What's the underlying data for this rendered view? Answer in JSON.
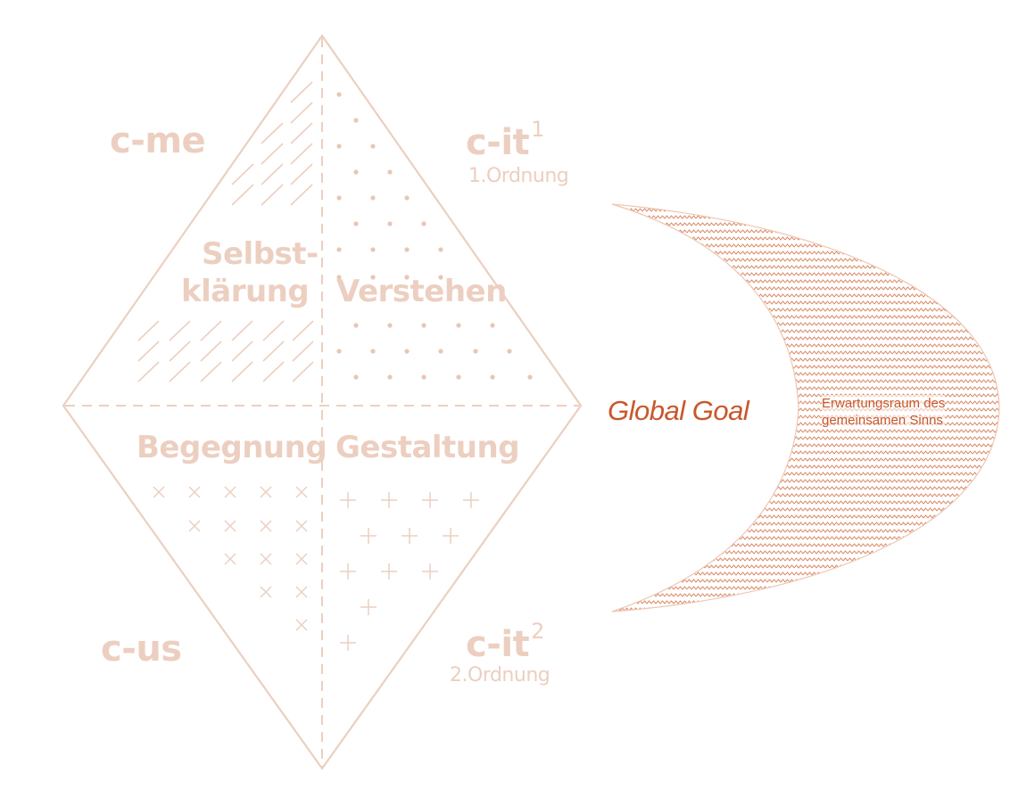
{
  "diagram": {
    "colors": {
      "diamond_stroke": "#eccfc0",
      "label_color": "#eccfc0",
      "pattern_color": "#eccfc0",
      "goal_color": "#c8582b",
      "crescent_pattern": "#d88a66"
    },
    "corners": {
      "top_left": {
        "label": "c-me"
      },
      "top_right": {
        "label": "c-it",
        "superscript": "1",
        "sublabel": "1.Ordnung"
      },
      "bottom_left": {
        "label": "c-us"
      },
      "bottom_right": {
        "label": "c-it",
        "superscript": "2",
        "sublabel": "2.Ordnung"
      }
    },
    "quadrants": {
      "top_left": {
        "line1": "Selbst-",
        "line2": "klärung",
        "pattern": "diagonal-lines"
      },
      "top_right": {
        "label": "Verstehen",
        "pattern": "dots"
      },
      "bottom_left": {
        "label": "Begegnung",
        "pattern": "x-marks"
      },
      "bottom_right": {
        "label": "Gestaltung",
        "pattern": "plus-marks"
      }
    },
    "goal": {
      "label": "Global Goal"
    },
    "crescent": {
      "line1": "Erwartungsraum des",
      "line2": "gemeinsamen Sinns",
      "pattern": "zigzag"
    }
  }
}
